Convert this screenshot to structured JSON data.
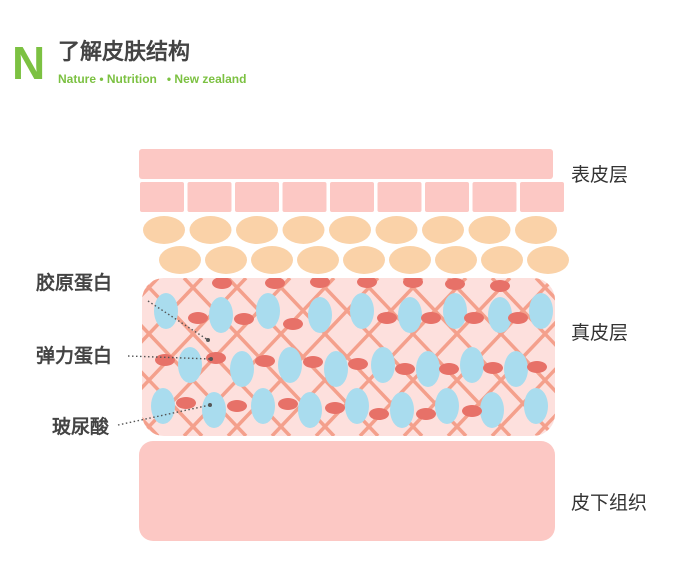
{
  "brand": {
    "logo_letter": "N",
    "title": "了解皮肤结构",
    "subtitle": "Nature • Nutrition   • New zealand"
  },
  "layers": {
    "epidermis": "表皮层",
    "dermis": "真皮层",
    "subcutaneous": "皮下组织"
  },
  "components": {
    "collagen": "胶原蛋白",
    "elastin": "弹力蛋白",
    "hyaluronic_acid": "玻尿酸"
  },
  "colors": {
    "brand_green": "#7cc142",
    "layer_pink": "#fcc8c4",
    "cell_peach": "#fad2a8",
    "fiber": "#f4a08c",
    "elastin_red": "#e77168",
    "hyaluronic_blue": "#a9dcee"
  }
}
